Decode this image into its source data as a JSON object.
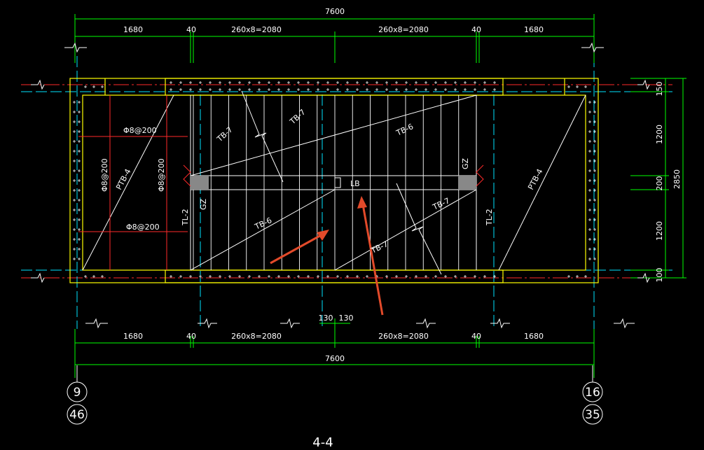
{
  "drawing_title": "4-4",
  "colors": {
    "background": "#000000",
    "dimension": "#00ff00",
    "axis_line": "#ff2a2a",
    "center_line": "#00e5ff",
    "wall": "#ffff00",
    "structure": "#ffffff",
    "annotation_arrow": "#e24a2a",
    "column": "#888888"
  },
  "dims_top": {
    "total": "7600",
    "segments": [
      "1680",
      "40",
      "260x8=2080",
      "260x8=2080",
      "40",
      "1680"
    ]
  },
  "dims_bottom": {
    "total": "7600",
    "segments": [
      "1680",
      "40",
      "260x8=2080",
      "260x8=2080",
      "40",
      "1680"
    ],
    "mid_a": "130",
    "mid_b": "130"
  },
  "dims_right": {
    "total": "2850",
    "segments": [
      "150",
      "1200",
      "200",
      "1200",
      "100"
    ]
  },
  "axis_left": {
    "top": "9",
    "bottom": "46"
  },
  "axis_right": {
    "top": "16",
    "bottom": "35"
  },
  "labels": {
    "tb7_upper": "TB-7",
    "tb7_diag": "TB-7",
    "tb6_upper": "TB-6",
    "tb6_lower": "TB-6",
    "tb7_lower_right": "TB-7",
    "tb7_lower": "TB-7",
    "ptb4_left": "PTB-4",
    "ptb4_right": "PTB-4",
    "lb": "LB",
    "gz_left": "GZ",
    "gz_right": "GZ",
    "tl2_left": "TL-2",
    "tl2_right": "TL-2",
    "rebar_a": "Φ8@200",
    "rebar_b": "Φ8@200",
    "rebar_vert_a": "Φ8@200",
    "rebar_vert_b": "Φ8@200"
  }
}
